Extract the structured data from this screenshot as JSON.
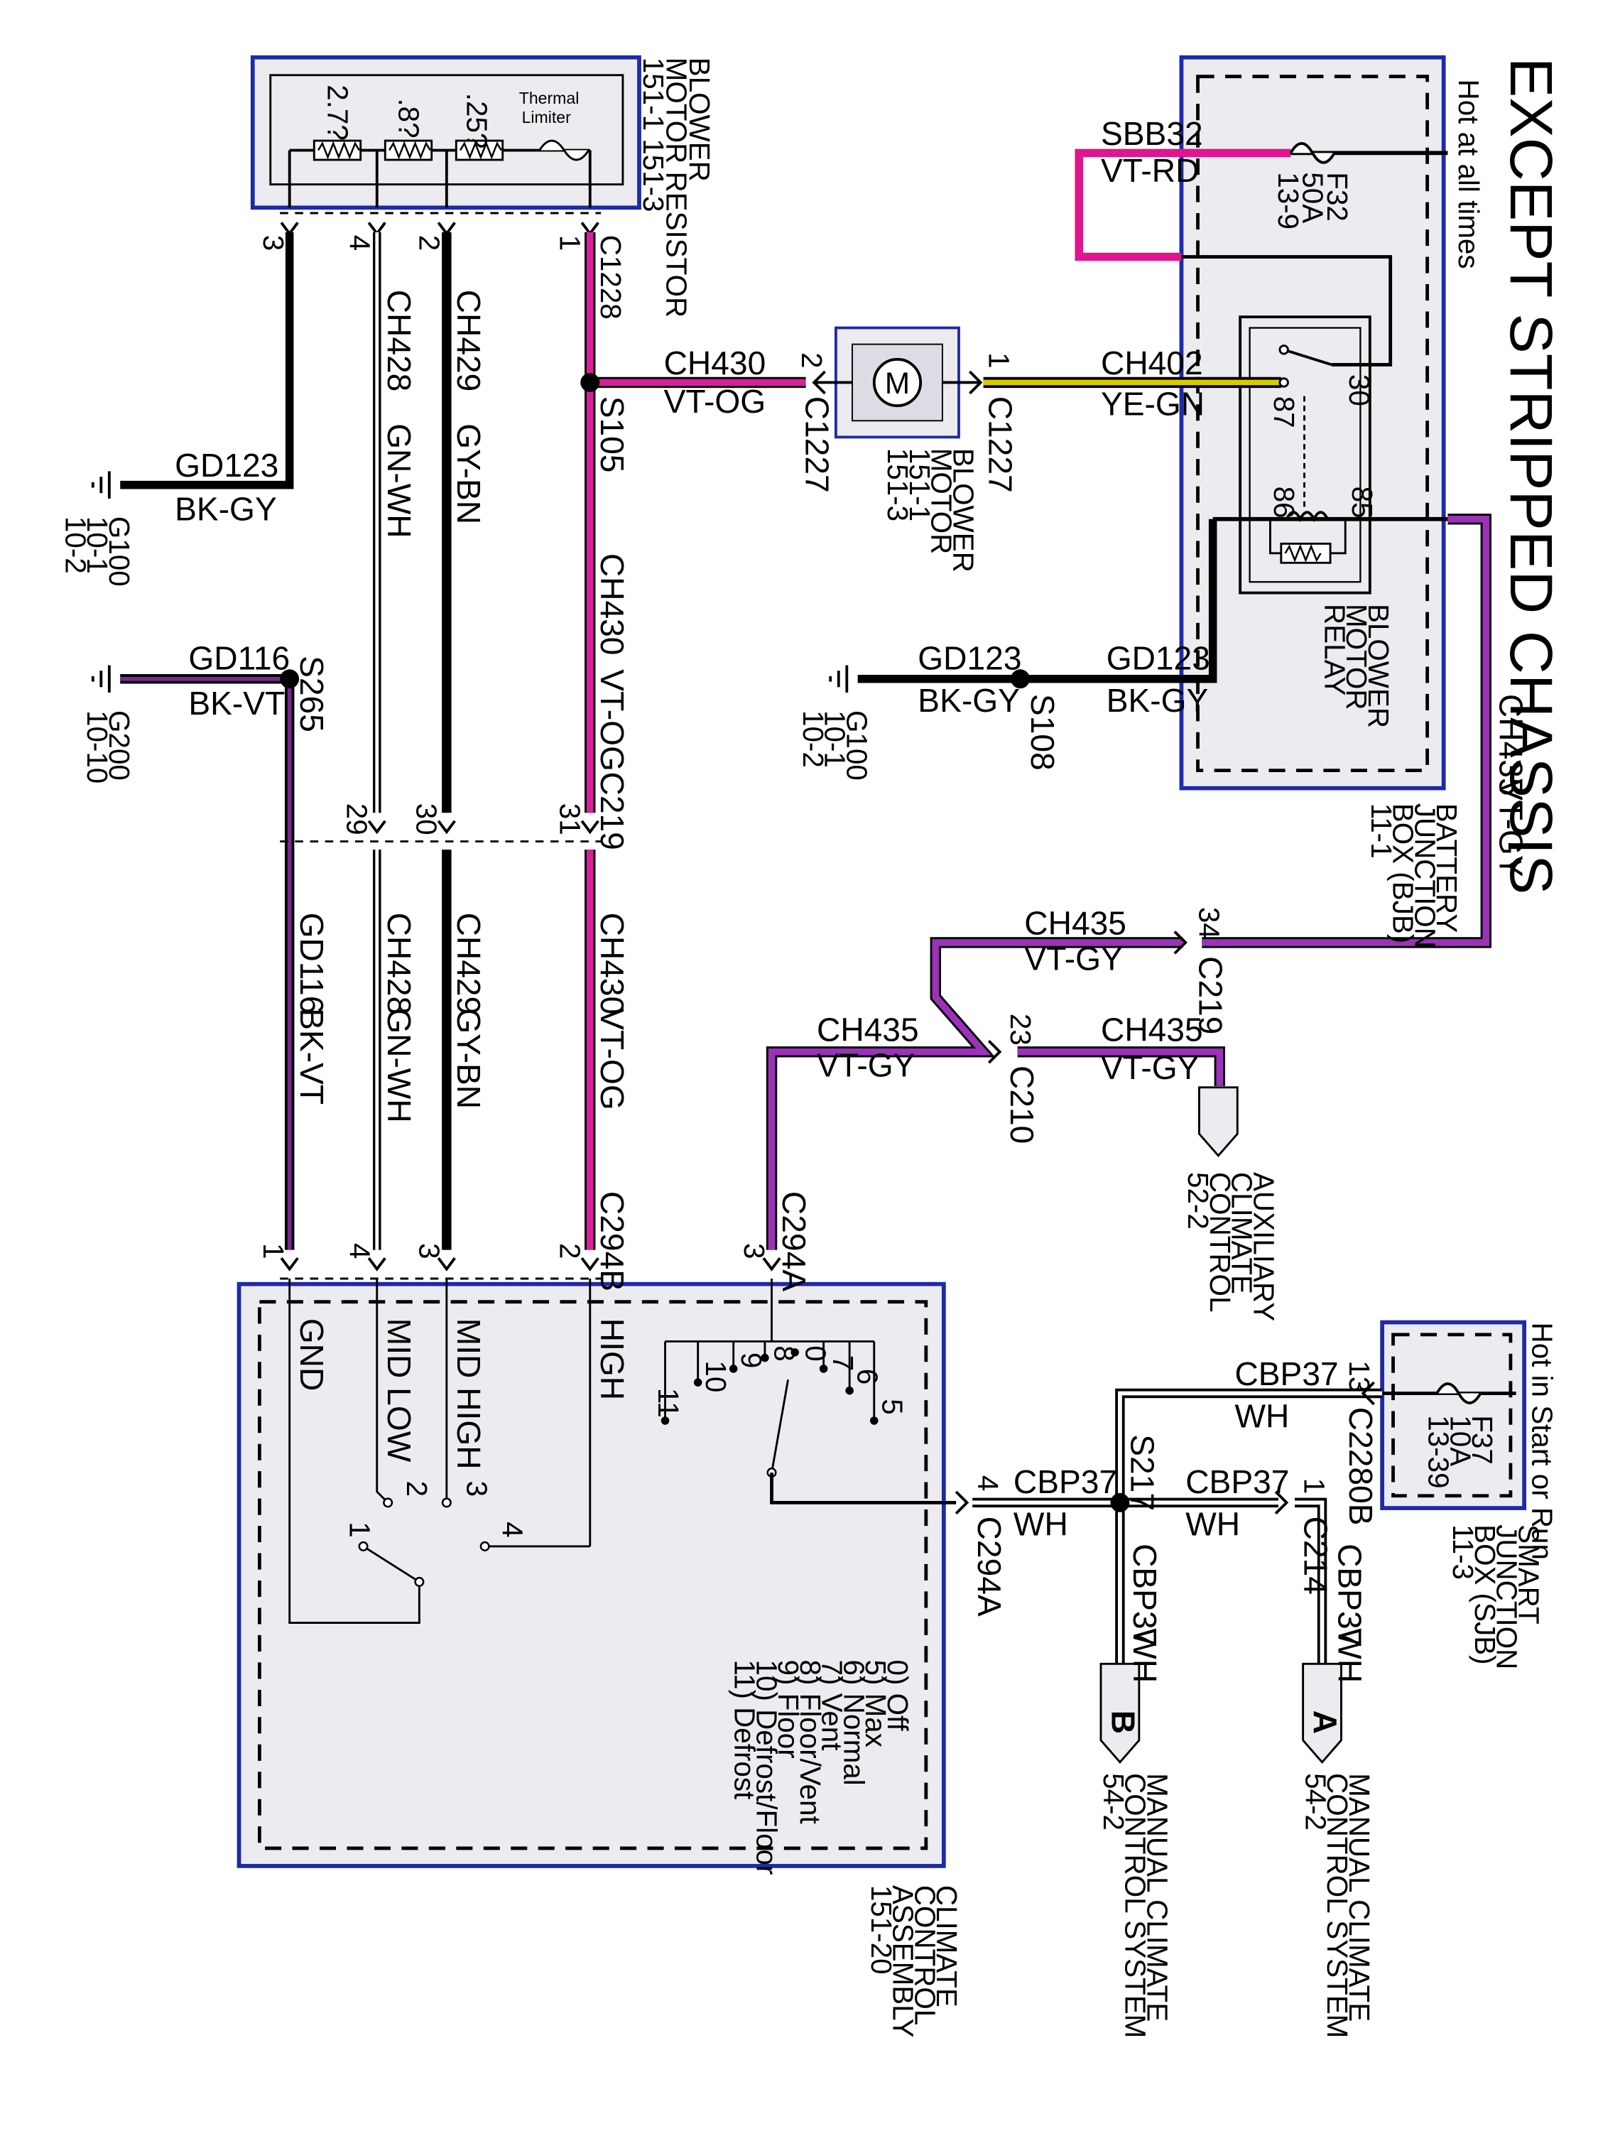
{
  "title": "EXCEPT STRIPPED CHASSIS",
  "colors": {
    "vt_rd": "#e0158f",
    "vt_og": "#d8209a",
    "vt_gy": "#9a33b8",
    "ye_gn": "#d8cc00",
    "bk_vt": "#7a2a8c",
    "box_border": "#1e2aa8",
    "box_fill": "#ececf0"
  },
  "labels": {
    "blower_resistor": [
      "BLOWER",
      "MOTOR RESISTOR",
      "151-1    151-3"
    ],
    "resistors": [
      ".25?",
      ".8?",
      "2.7?"
    ],
    "thermal": [
      "Thermal",
      "Limiter"
    ],
    "pins_resistor": [
      "1",
      "2",
      "4",
      "3"
    ],
    "c1228": "C1228",
    "ch429": "CH429",
    "gy_bn": "GY-BN",
    "ch428": "CH428",
    "gn_wh": "GN-WH",
    "ch430": "CH430",
    "vt_og": "VT-OG",
    "s105": "S105",
    "gd123": "GD123",
    "bk_gy": "BK-GY",
    "g100": [
      "G100",
      "10-1",
      "10-2"
    ],
    "gd116": "GD116",
    "bk_vt": "BK-VT",
    "s265": "S265",
    "g200": [
      "G200",
      "10-10"
    ],
    "c219": "C219",
    "pins_c219": [
      "31",
      "30",
      "29"
    ],
    "blower_motor": [
      "BLOWER",
      "MOTOR",
      "151-1",
      "151-3"
    ],
    "c1227": "C1227",
    "pin2": "2",
    "pin1": "1",
    "ch402": "CH402",
    "ye_gn": "YE-GN",
    "hot_at_all_times": "Hot at all times",
    "sbb32": "SBB32",
    "vt_rd": "VT-RD",
    "f32": [
      "F32",
      "50A",
      "13-9"
    ],
    "relay_pins": [
      "30",
      "87",
      "85",
      "86"
    ],
    "blower_relay": [
      "BLOWER",
      "MOTOR",
      "RELAY"
    ],
    "s108": "S108",
    "bjb": [
      "BATTERY",
      "JUNCTION",
      "BOX (BJB)",
      "11-1"
    ],
    "ch435": "CH435",
    "vt_gy": "VT-GY",
    "pin34": "34",
    "pin23": "23",
    "c210": "C210",
    "aux_climate": [
      "AUXILIARY",
      "CLIMATE",
      "CONTROL",
      "52-2"
    ],
    "c294a": "C294A",
    "c294b": "C294B",
    "pins_c294b": [
      "2",
      "3",
      "4",
      "1"
    ],
    "pin3": "3",
    "pin4": "4",
    "climate_names": [
      "HIGH",
      "MID HIGH",
      "MID LOW",
      "GND"
    ],
    "switch_positions": [
      "0",
      "5",
      "6",
      "7",
      "8",
      "9",
      "10",
      "11"
    ],
    "blower_switch_pins": [
      "1",
      "2",
      "3",
      "4"
    ],
    "mode_legend": [
      "0) Off",
      "5) Max",
      "6) Normal",
      "7) Vent",
      "8) Floor/Vent",
      "9) Floor",
      "10) Defrost/Floor",
      "11) Defrost"
    ],
    "climate_assembly": [
      "CLIMATE",
      "CONTROL",
      "ASSEMBLY",
      "151-20"
    ],
    "hot_in_start": "Hot in Start or Run",
    "f37": [
      "F37",
      "10A",
      "13-39"
    ],
    "sjb": [
      "SMART",
      "JUNCTION",
      "BOX (SJB)",
      "11-3"
    ],
    "cbp37": "CBP37",
    "wh": "WH",
    "pin13": "13",
    "c2280b": "C2280B",
    "s217": "S217",
    "c214": "C214",
    "conn_a": "A",
    "conn_b": "B",
    "manual_climate": [
      "MANUAL CLIMATE",
      "CONTROL SYSTEM",
      "54-2"
    ]
  }
}
